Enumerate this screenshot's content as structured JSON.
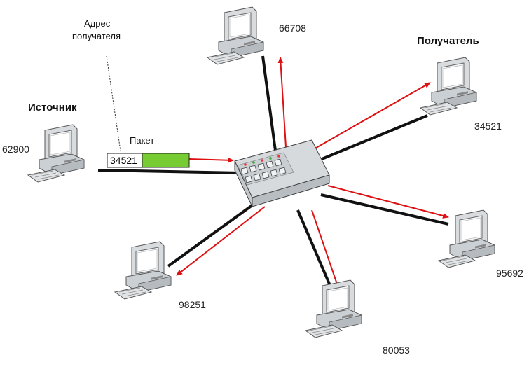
{
  "labels": {
    "source": "Источник",
    "receiver": "Получатель",
    "receiver_address_line1": "Адрес",
    "receiver_address_line2": "получателя",
    "packet": "Пакет",
    "packet_address": "34521"
  },
  "computers": {
    "source": "62900",
    "top": "66708",
    "receiver": "34521",
    "right": "95692",
    "bottom": "80053",
    "left_bottom": "98251"
  },
  "colors": {
    "cable": "#111111",
    "arrow": "#dd1111",
    "packet_payload": "#77cc33",
    "switch_body": "#cfd3d6"
  }
}
